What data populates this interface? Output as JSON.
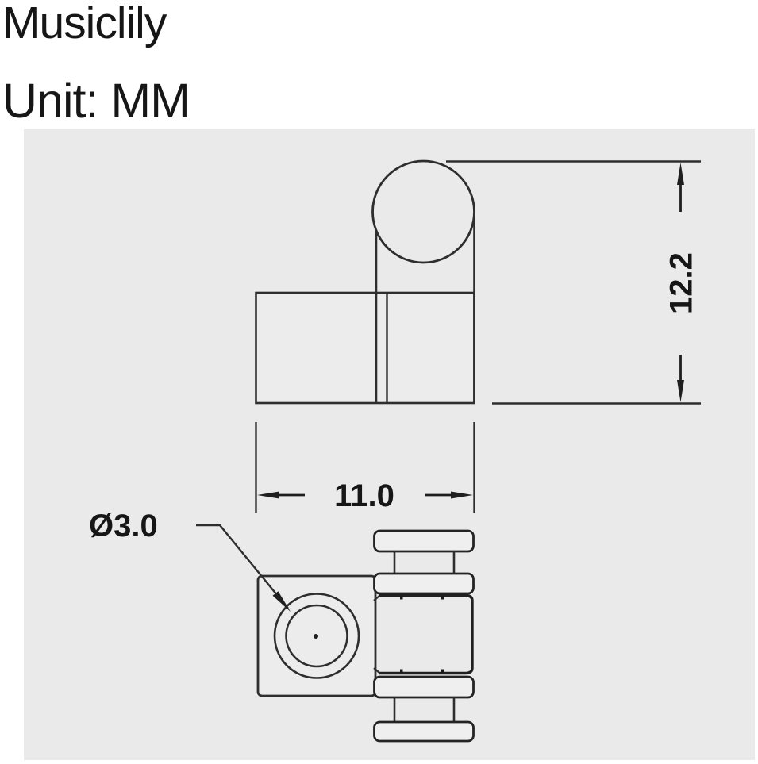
{
  "header": {
    "brand": "Musiclily",
    "unit": "Unit: MM"
  },
  "dimensions": {
    "height_mm": "12.2",
    "width_mm": "11.0",
    "hole_diameter": "Ø3.0"
  },
  "colors": {
    "panel": "#eaeaea",
    "line": "#2e2e2e",
    "dark_line": "#1f1f1f",
    "text": "#161616"
  }
}
